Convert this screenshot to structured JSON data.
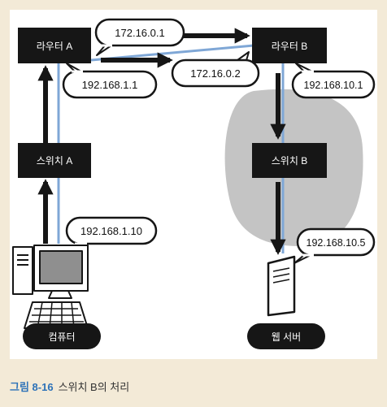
{
  "nodes": {
    "router_a": "라우터 A",
    "router_b": "라우터 B",
    "switch_a": "스위치 A",
    "switch_b": "스위치 B",
    "computer": "컴퓨터",
    "web_server": "웹 서버"
  },
  "ips": {
    "router_a_wan": "172.16.0.1",
    "router_a_lan": "192.168.1.1",
    "router_b_wan": "172.16.0.2",
    "router_b_lan": "192.168.10.1",
    "computer": "192.168.1.10",
    "web_server": "192.168.10.5"
  },
  "caption": {
    "number": "그림 8-16",
    "text": "스위치 B의 처리"
  },
  "colors": {
    "node_box": "#161616",
    "link_line": "#7fa7d6",
    "highlight_area": "#c4c4c4",
    "caption_accent": "#2d72b8",
    "background": "#f3ead7"
  }
}
